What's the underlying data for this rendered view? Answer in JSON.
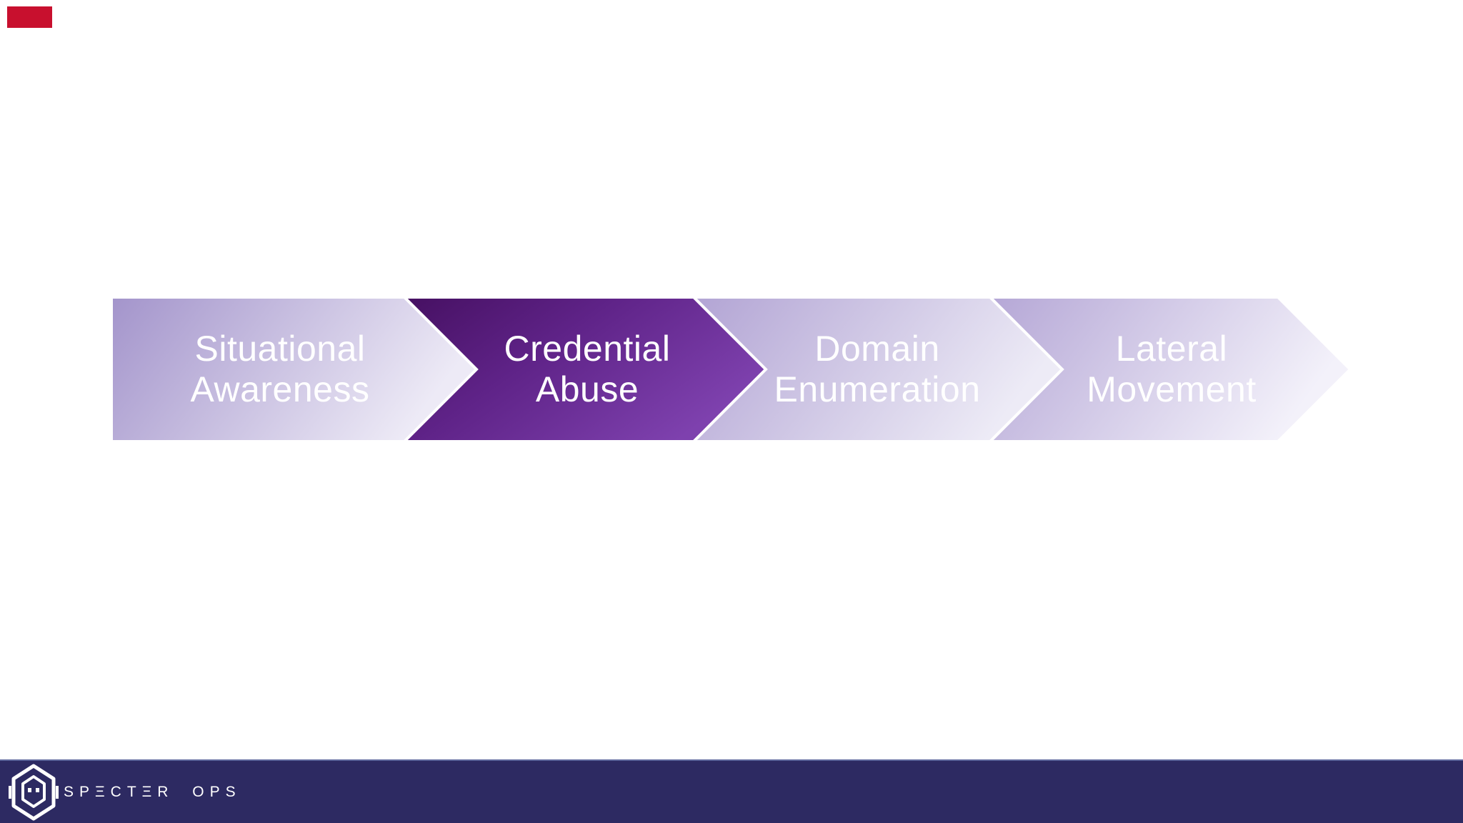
{
  "slide": {
    "background_color": "#ffffff",
    "accent_bar": {
      "color": "#c8102e"
    },
    "process_flow": {
      "type": "chevron-process",
      "steps": [
        {
          "line1": "Situational",
          "line2": "Awareness",
          "emphasis": false
        },
        {
          "line1": "Credential",
          "line2": "Abuse",
          "emphasis": true
        },
        {
          "line1": "Domain",
          "line2": "Enumeration",
          "emphasis": false
        },
        {
          "line1": "Lateral",
          "line2": "Movement",
          "emphasis": false
        }
      ],
      "colors": {
        "light_gradient_start": "#a394cb",
        "light_gradient_end": "#edeaf6",
        "dark_gradient_start": "#461062",
        "dark_gradient_end": "#7e41ae",
        "outline": "#ffffff",
        "text": "#ffffff"
      }
    },
    "footer": {
      "background_color": "#2d2a62",
      "logo_icon": "specterops-hex-ghost-icon",
      "wordmark": "SPECTER OPS",
      "wordmark_display": "SPΞCTΞR OPS"
    }
  }
}
